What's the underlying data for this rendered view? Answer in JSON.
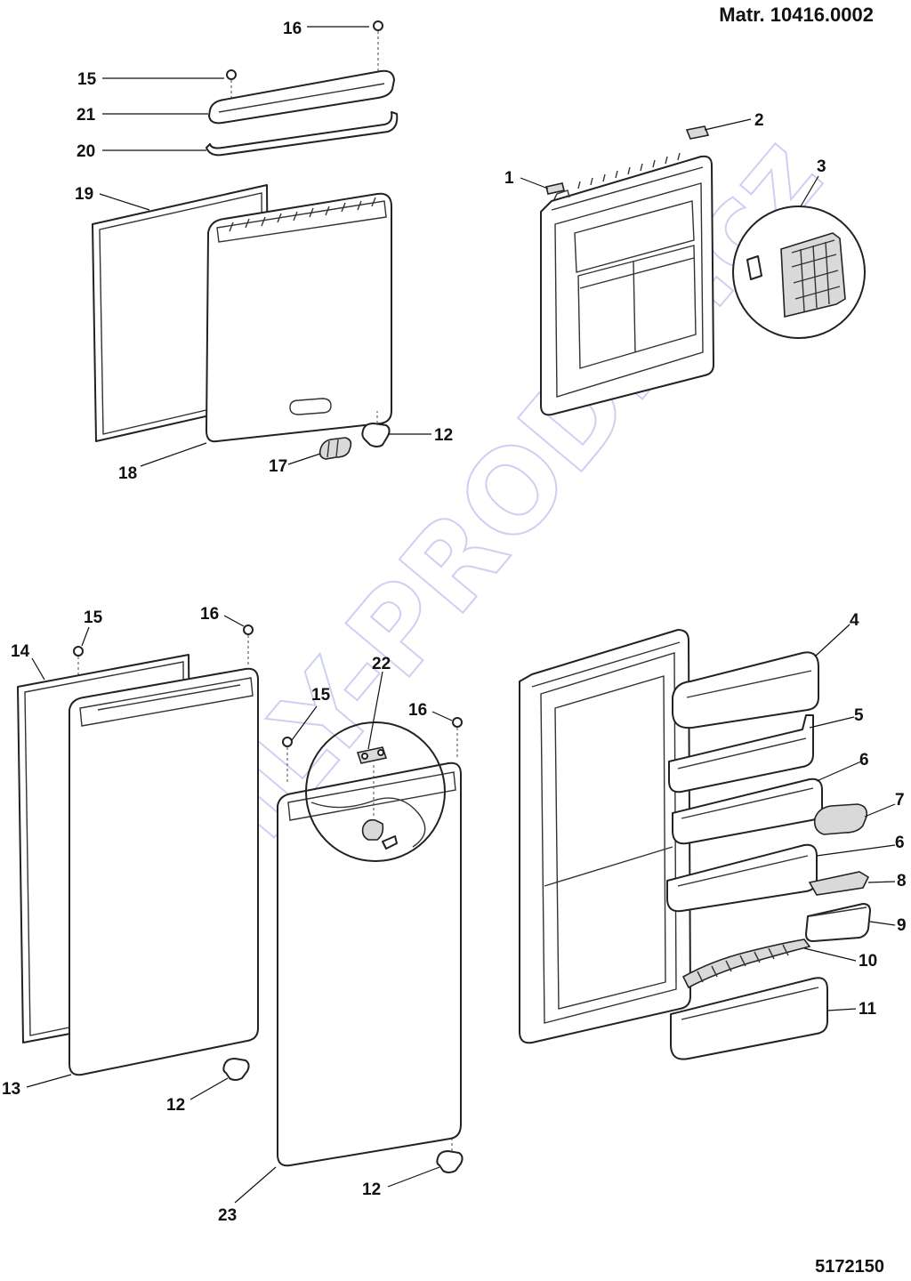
{
  "header": {
    "matr": "Matr. 10416.0002"
  },
  "footer": {
    "code": "5172150"
  },
  "watermark": "©DILY-PRODEJ.cz",
  "colors": {
    "line": "#222222",
    "watermark": "#c5c8ef",
    "background": "#ffffff"
  },
  "callouts": {
    "c1": "1",
    "c2": "2",
    "c3": "3",
    "c4": "4",
    "c5": "5",
    "c6a": "6",
    "c6b": "6",
    "c7": "7",
    "c8": "8",
    "c9": "9",
    "c10": "10",
    "c11": "11",
    "c12a": "12",
    "c12b": "12",
    "c12c": "12",
    "c13": "13",
    "c14": "14",
    "c15a": "15",
    "c15b": "15",
    "c15c": "15",
    "c16a": "16",
    "c16b": "16",
    "c16c": "16",
    "c17": "17",
    "c18": "18",
    "c19": "19",
    "c20": "20",
    "c21": "21",
    "c22": "22",
    "c23": "23"
  }
}
